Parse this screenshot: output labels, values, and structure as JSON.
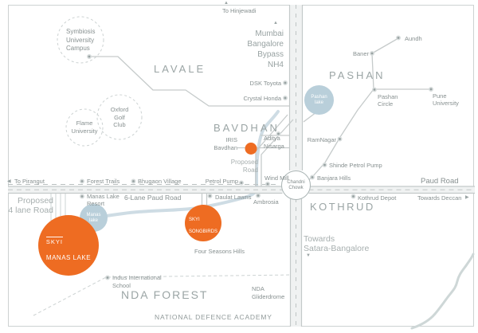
{
  "colors": {
    "accent": "#ee6c22",
    "water": "#b9cfda",
    "road_line": "#c6cbcb",
    "text": "#879090"
  },
  "areas": {
    "lavale": "LAVALE",
    "pashan": "PASHAN",
    "bavdhan": "BAVDHAN",
    "kothrud": "KOTHRUD",
    "nda_forest": "NDA FOREST",
    "nda_academy": "NATIONAL DEFENCE ACADEMY"
  },
  "directions": {
    "to_hinjewadi": "To Hinjewadi",
    "mumbai_bypass": "Mumbai\nBangalore\nBypass\nNH4",
    "to_pirangut": "To Pirangut",
    "towards_deccan": "Towards Deccan",
    "towards_satara": "Towards\nSatara-Bangalore"
  },
  "roads": {
    "paud_road": "Paud Road",
    "six_lane_paud": "6-Lane Paud Road",
    "proposed_4lane": "Proposed\n4 lane Road",
    "proposed_road": "Proposed\nRoad"
  },
  "junctions": {
    "chandni_chowk": "Chandni\nChowk"
  },
  "lakes": {
    "pashan_lake": "Pashan\nlake",
    "manas_lake": "Manas\nlake"
  },
  "projects": {
    "skyi_manas_lake": {
      "brand": "SKYI",
      "name": "MANAS LAKE"
    },
    "skyi_songbirds": {
      "brand": "SKYI",
      "name": "SONGBIRDS"
    },
    "iris_bavdhan": "IRIS\nBavdhan"
  },
  "landmarks": {
    "symbiosis": "Symbiosis\nUniversity\nCampus",
    "flame": "Flame\nUniversity",
    "oxford": "Oxford\nGolf\nClub",
    "aundh": "Aundh",
    "baner": "Baner",
    "pashan_circle": "Pashan\nCircle",
    "pune_university": "Pune\nUniversity",
    "dsk_toyota": "DSK Toyota",
    "crystal_honda": "Crystal Honda",
    "ramnagar": "RamNagar",
    "shinde_petrol_pump": "Shinde Petrol Pump",
    "banjara_hills": "Banjara Hills",
    "aditya_nisarga": "Aditya\nNisarga",
    "wind_mill": "Wind Mill",
    "petrol_pump": "Petrol Pump",
    "forest_trails": "Forest Trails",
    "bhugaon_village": "Bhugaon Village",
    "manas_lake_resort": "Manas Lake\nResort",
    "daulat_lawns": "Daulat Lawns",
    "ambrosia": "Ambrosia",
    "kothrud_depot": "Kothrud Depot",
    "four_seasons": "Four Seasons Hills",
    "indus_school": "Indus International\nSchool",
    "nda_gliderdrome": "NDA\nGliderdrome"
  },
  "icons": {
    "up": "▲",
    "left": "◀",
    "right": "▶",
    "down": "▼"
  }
}
